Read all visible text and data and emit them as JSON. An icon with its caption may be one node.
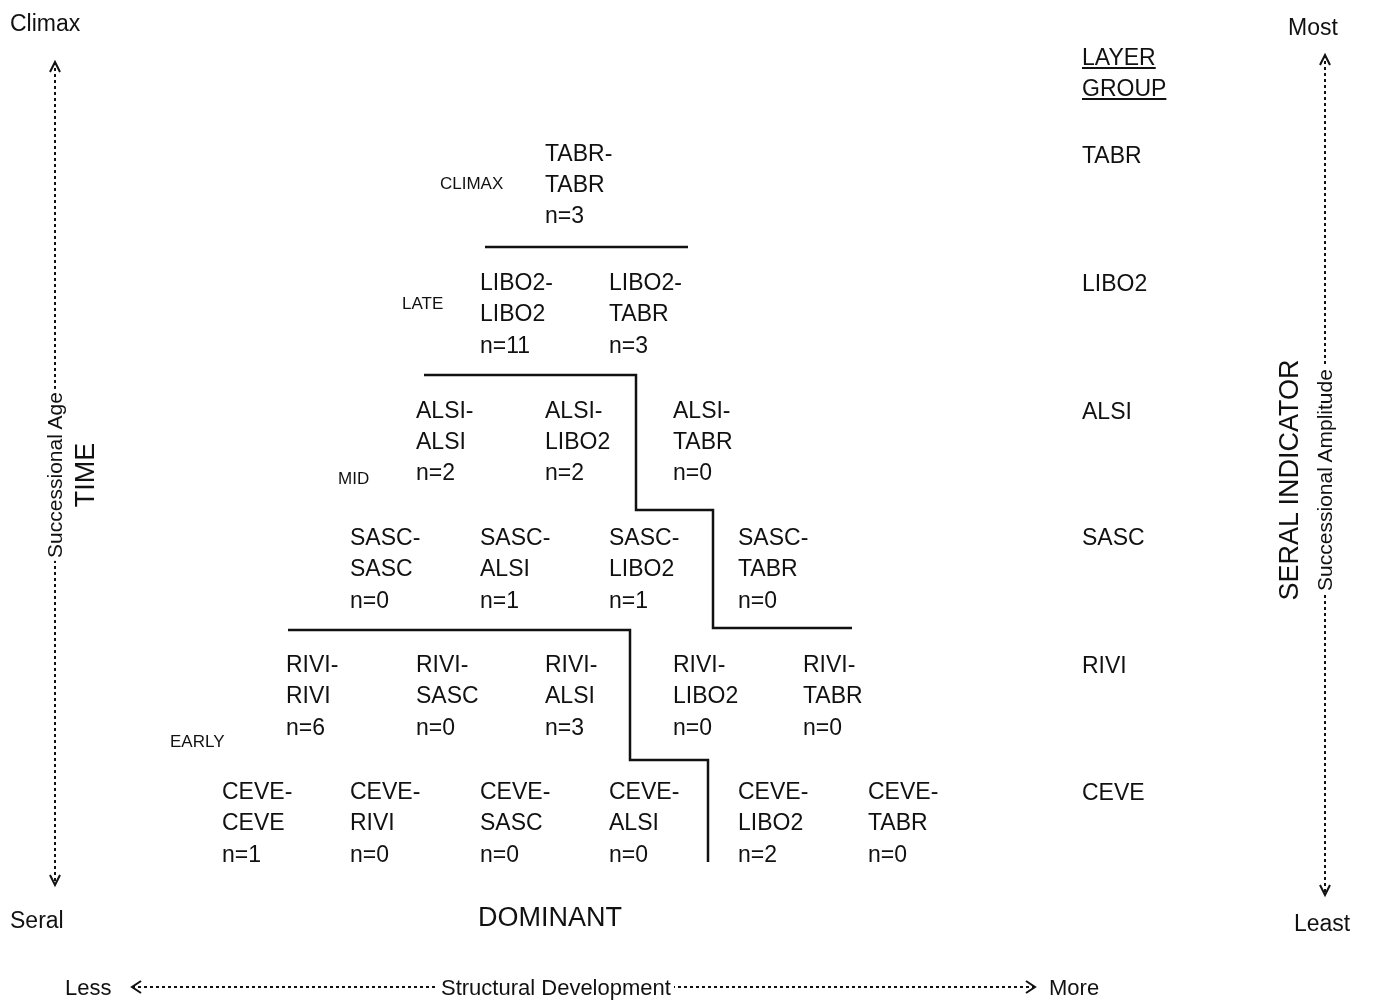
{
  "diagram": {
    "labels": [
      "Climax",
      "Most",
      "LAYER GROUP",
      "CLIMAX",
      "TABR- TABR",
      "n=3",
      "TABR",
      "LATE",
      "LIBO2- LIBO2",
      "n=11",
      "LIBO2- TABR",
      "n=3",
      "LIBO2",
      "ALSI- ALSI",
      "n=2",
      "ALSI- LIBO2",
      "n=2",
      "ALSI- TABR",
      "n=0",
      "ALSI",
      "MID",
      "SASC- SASC",
      "n=0",
      "SASC- ALSI",
      "n=1",
      "SASC- LIBO2",
      "n=1",
      "SASC- TABR",
      "n=0",
      "SASC",
      "RIVI- RIVI",
      "n=6",
      "RIVI- SASC",
      "n=0",
      "RIVI- ALSI",
      "n=3",
      "RIVI- LIBO2",
      "n=0",
      "RIVI- TABR",
      "n=0",
      "RIVI",
      "EARLY",
      "CEVE- CEVE",
      "n=1",
      "CEVE- RIVI",
      "n=0",
      "CEVE- SASC",
      "n=0",
      "CEVE- ALSI",
      "n=0",
      "CEVE- LIBO2",
      "n=2",
      "CEVE- TABR",
      "n=0",
      "CEVE",
      "Successional Age",
      "TIME",
      "SERAL INDICATOR",
      "Successional Amplitude",
      "Seral",
      "DOMINANT",
      "Least",
      "Less",
      "Structural Development",
      "More"
    ]
  }
}
